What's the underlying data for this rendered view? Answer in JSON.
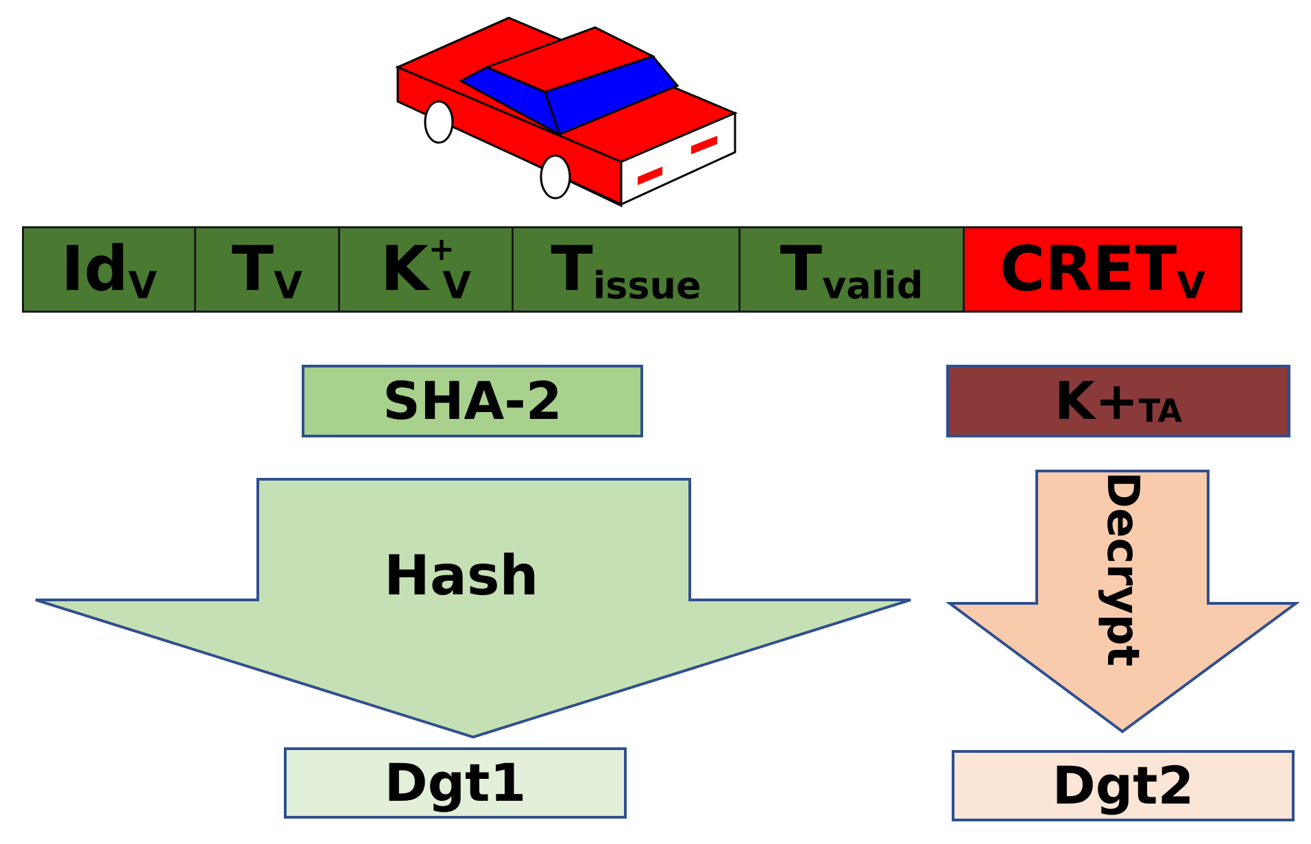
{
  "certificate_fields": [
    {
      "main": "Id",
      "sub": "V",
      "sup": "",
      "color": "#4a7a32"
    },
    {
      "main": "T",
      "sub": "V",
      "sup": "",
      "color": "#4a7a32"
    },
    {
      "main": "K",
      "sub": "V",
      "sup": "+",
      "color": "#4a7a32"
    },
    {
      "main": "T",
      "sub": "issue",
      "sup": "",
      "color": "#4a7a32"
    },
    {
      "main": "T",
      "sub": "valid",
      "sup": "",
      "color": "#4a7a32"
    },
    {
      "main": "CRET",
      "sub": "V",
      "sup": "",
      "color": "#ff0000"
    }
  ],
  "hash_flow": {
    "algorithm_label": "SHA-2",
    "arrow_label": "Hash",
    "output_label": "Dgt1"
  },
  "decrypt_flow": {
    "key_main": "K+",
    "key_sub": "TA",
    "arrow_label": "Decrypt",
    "output_label": "Dgt2"
  },
  "colors": {
    "field_green": "#4a7a32",
    "field_red": "#ff0000",
    "sha_box": "#a9d18e",
    "hash_arrow": "#c5e0b4",
    "dgt1_box": "#e2f0d9",
    "key_box": "#8b3a3a",
    "decrypt_arrow": "#f8cbad",
    "dgt2_box": "#fbe5d6",
    "outline_blue": "#2f4f8f",
    "car_body": "#ff0000",
    "car_window": "#0000ff"
  }
}
